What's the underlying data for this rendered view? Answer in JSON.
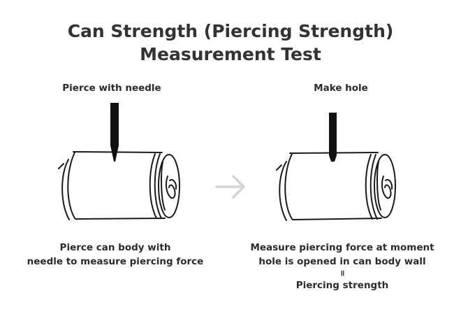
{
  "title": {
    "line1": "Can Strength (Piercing Strength)",
    "line2": "Measurement Test"
  },
  "left_step": {
    "label": "Pierce with needle",
    "caption_line1": "Pierce can body with",
    "caption_line2": "needle to measure piercing force"
  },
  "right_step": {
    "label": "Make hole",
    "caption_line1": "Measure piercing force at moment",
    "caption_line2": "hole is opened in can body wall",
    "caption_equals": "॥",
    "caption_line4": "Piercing strength"
  },
  "colors": {
    "ink": "#1a1a1a",
    "text": "#2b2b2b",
    "arrow": "#d4d4d4"
  },
  "icons": [
    "needle-icon",
    "can-icon",
    "right-arrow-icon"
  ]
}
